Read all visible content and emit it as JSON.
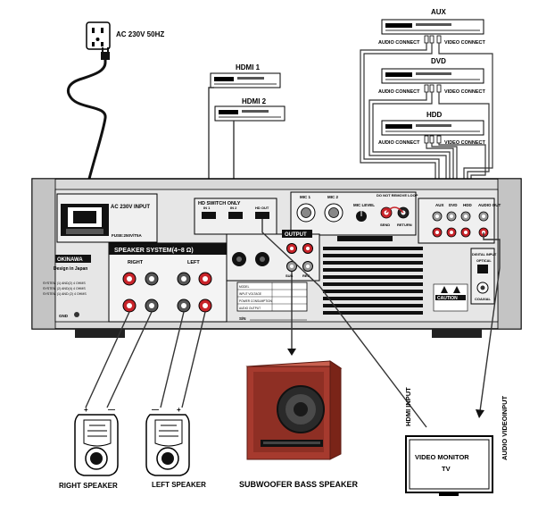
{
  "power": {
    "label": "AC 230V 50HZ"
  },
  "sources": {
    "hdmi1": "HDMI 1",
    "hdmi2": "HDMI 2",
    "aux": "AUX",
    "dvd": "DVD",
    "hdd": "HDD",
    "audio_connect": "AUDIO CONNECT",
    "video_connect": "VIDEO CONNECT"
  },
  "amplifier": {
    "ac_input": "AC 230V INPUT",
    "fuse": "FUSE:250V/T5A",
    "hd_switch": "HD SWITCH ONLY",
    "hd_in1": "IN 1",
    "hd_in2": "IN 2",
    "hd_out": "HD OUT",
    "mic1": "MIC 1",
    "mic2": "MIC 2",
    "mic_level": "MIC LEVEL",
    "do_not_remove_loop": "DO NOT REMOVE LOOP",
    "send": "SEND",
    "return": "RETURN",
    "in_aux": "AUX",
    "in_dvd": "DVD",
    "in_hdd": "HDD",
    "audio_out": "AUDIO OUT",
    "digital_input": "DIGITAL INPUT",
    "optical": "OPTICAL",
    "coaxial": "COAXIAL",
    "output": "OUTPUT",
    "sub": "SUB",
    "rec": "REC",
    "speaker_system": "SPEAKER SYSTEM(4~8 Ω)",
    "right": "RIGHT",
    "left": "LEFT",
    "brand": "OKINAWA",
    "design": "Design in Japan",
    "spec1": "SYSTEM (1) AND(2) 4 OHMS",
    "spec2": "SYSTEM (2) AND(4) 4 OHMS",
    "spec3": "SYSTEM (1) AND (2) 4 OHMS",
    "gnd": "GND",
    "caution": "CAUTION",
    "sn": "S/N",
    "model_label": "MODEL",
    "voltage_label": "INPUT VOLTAGE",
    "consumption_label": "POWER CONSUMPTION",
    "audio_output_label": "AUDIO OUTPUT"
  },
  "outputs": {
    "right_speaker": "RIGHT SPEAKER",
    "left_speaker": "LEFT SPEAKER",
    "subwoofer": "SUBWOOFER BASS SPEAKER",
    "hdmi_input": "HDMI INPUT",
    "audio_video_input": "AUDIO VIDEOINPUT",
    "monitor_line1": "VIDEO MONITOR",
    "monitor_line2": "TV",
    "plus": "+",
    "minus": "—"
  },
  "colors": {
    "cable": "#333333",
    "jack_red": "#c8242a",
    "jack_grey": "#9a9a9a",
    "wood": "#a63a2e",
    "panel": "#d9d9d9"
  }
}
